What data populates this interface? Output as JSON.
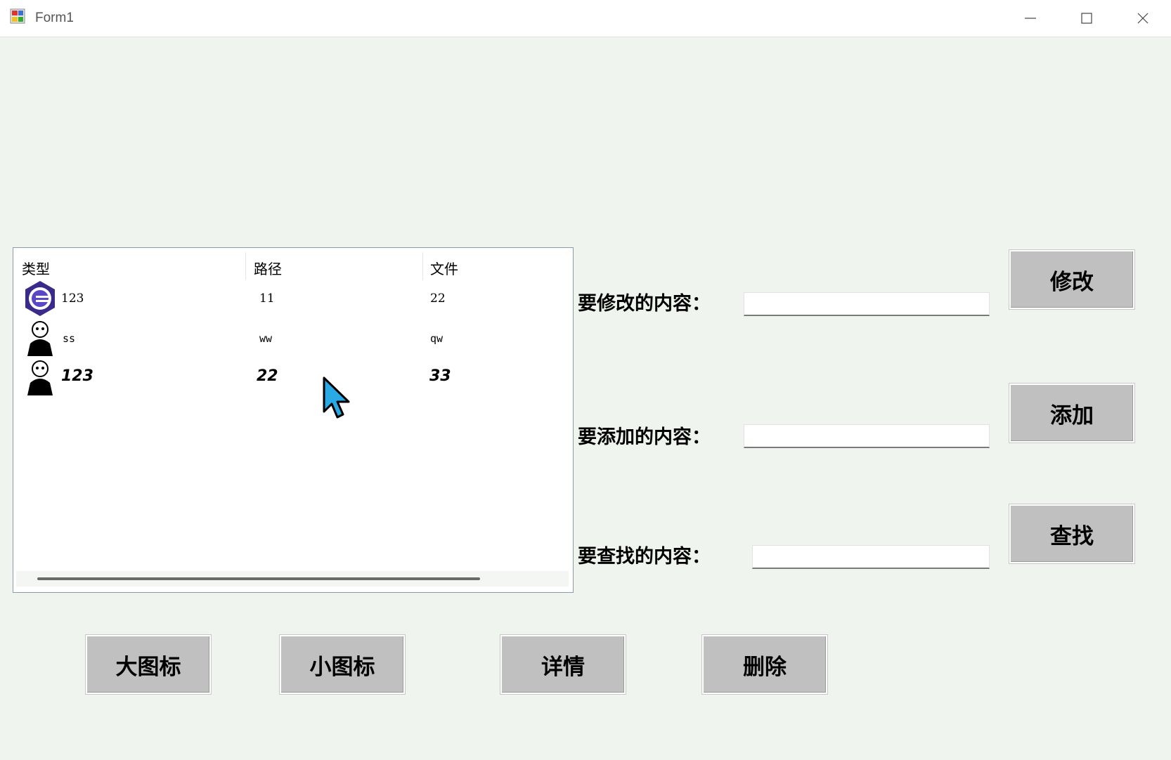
{
  "window": {
    "title": "Form1"
  },
  "listview": {
    "columns": [
      "类型",
      "路径",
      "文件"
    ],
    "rows": [
      {
        "icon": "eclipse-icon",
        "type": "123",
        "path": "11",
        "file": "22"
      },
      {
        "icon": "person-icon",
        "type": "ss",
        "path": "ww",
        "file": "qw"
      },
      {
        "icon": "person-icon",
        "type": "123",
        "path": "22",
        "file": "33"
      }
    ]
  },
  "form": {
    "modify_label": "要修改的内容：",
    "add_label": "要添加的内容：",
    "find_label": "要查找的内容：",
    "modify_value": "",
    "add_value": "",
    "find_value": ""
  },
  "buttons": {
    "modify": "修改",
    "add": "添加",
    "find": "查找",
    "large_icon": "大图标",
    "small_icon": "小图标",
    "details": "详情",
    "delete": "删除"
  }
}
